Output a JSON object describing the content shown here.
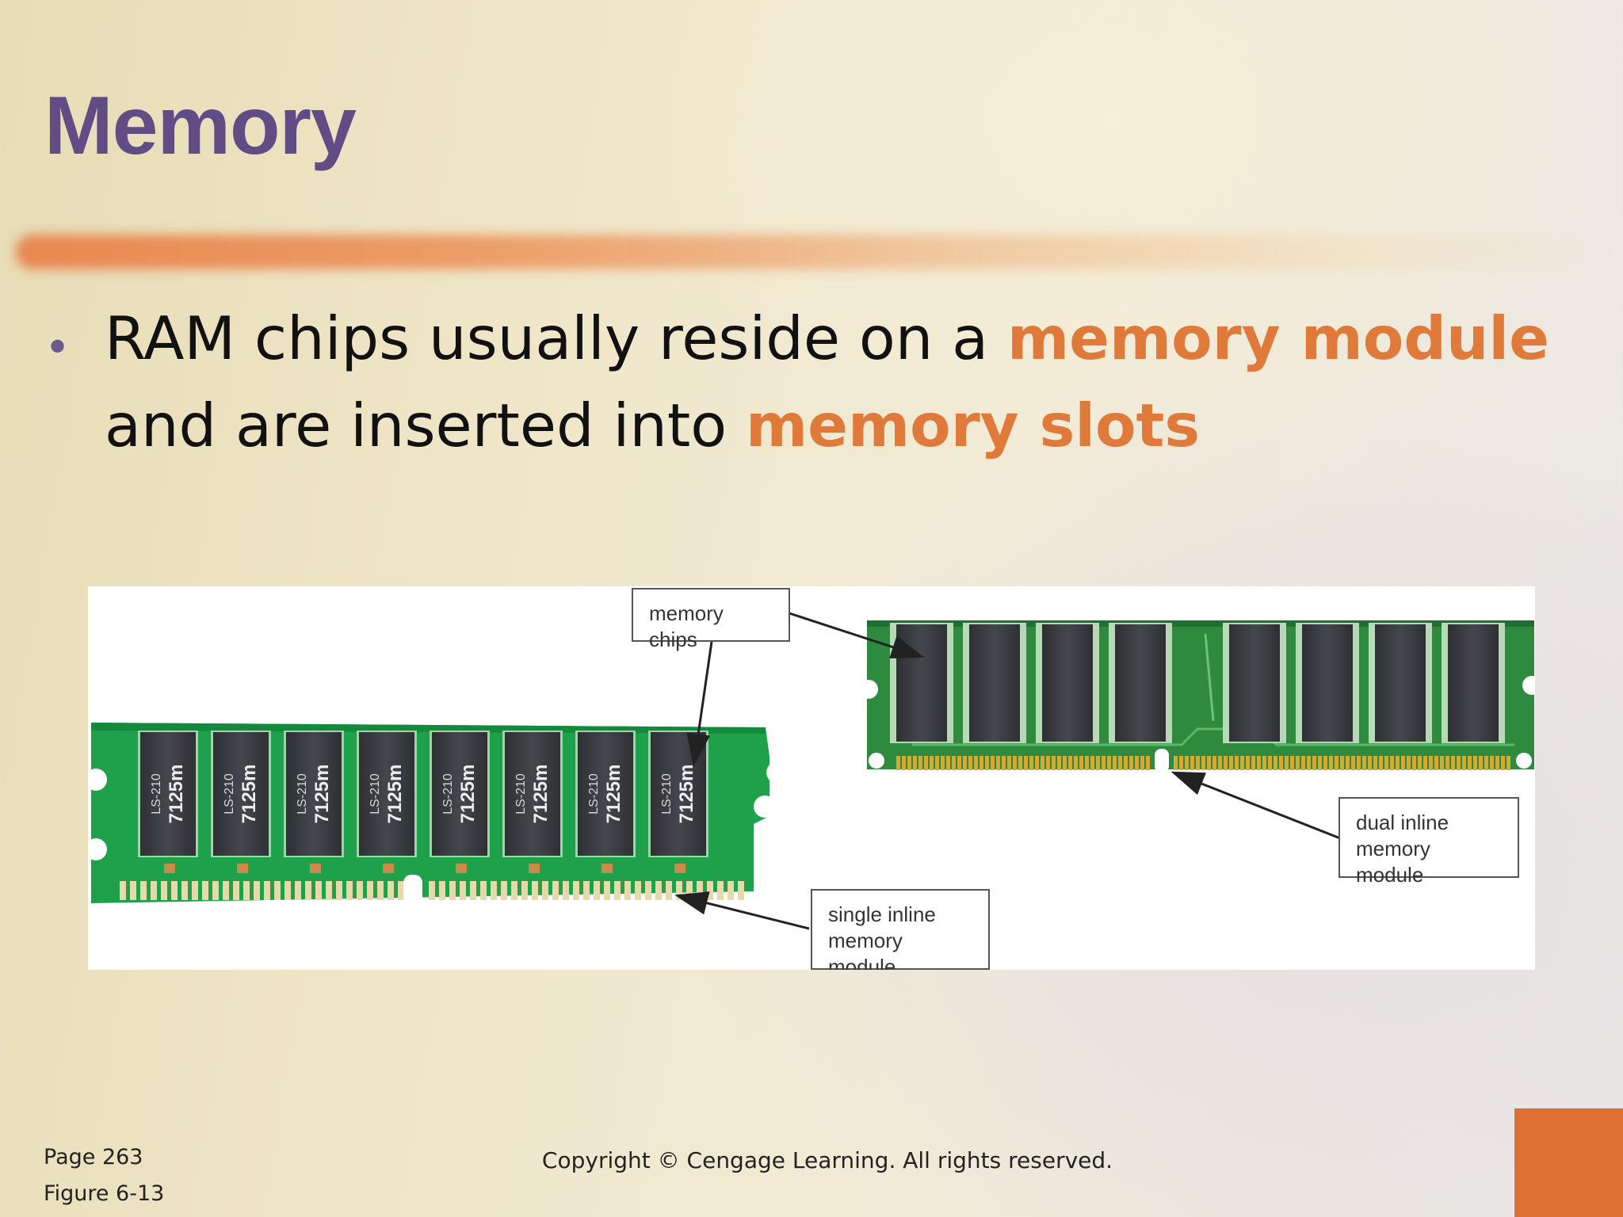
{
  "slide": {
    "title": "Memory",
    "bullet": {
      "text_1": "RAM chips usually reside on a ",
      "highlight_1": "memory module",
      "text_2": " and are inserted into ",
      "highlight_2": "memory slots"
    }
  },
  "figure": {
    "callouts": {
      "memory_chips": "memory chips",
      "dual_line1": "dual inline",
      "dual_line2": "memory module",
      "single_line1": "single inline",
      "single_line2": "memory module"
    },
    "chip_labels": {
      "part": "LS-210",
      "code": "7125m"
    }
  },
  "footer": {
    "page": "Page 263",
    "figure_ref": "Figure 6-13",
    "copyright": "Copyright © Cengage Learning. All rights reserved."
  },
  "colors": {
    "title": "#614c86",
    "accent": "#e07a3a",
    "corner": "#de7031",
    "pcb_green": "#16a34a",
    "chip": "#3a3d42"
  }
}
